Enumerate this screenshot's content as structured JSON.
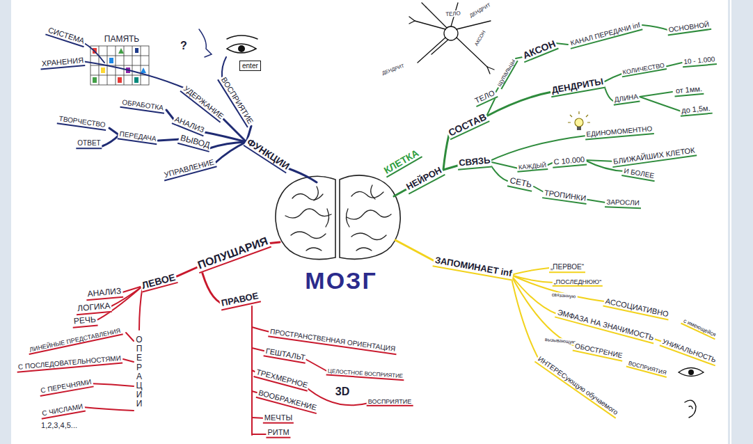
{
  "diagram": {
    "nodes": [
      {
        "text": [
          "enter"
        ]
      }
    ],
    "labels": [
      "ПАМЯТЬ",
      "СИСТЕМА",
      "ХРАНЕНИЯ",
      "?",
      "ВОСПРИЯТИЕ",
      "УДЕРЖАНИЕ",
      "ОБРАБОТКА",
      "АНАЛИЗ",
      "ТВОРЧЕСТВО",
      "ПЕРЕДАЧА",
      "ВЫВОД",
      "ОТВЕТ",
      "ФУНКЦИИ",
      "УПРАВЛЕНИЕ",
      "ТЕЛО",
      "ДЕНДРИТ",
      "АКСОН",
      "ДЕНДРИТ",
      "КАНАЛ ПЕРЕДАЧИ inf",
      "ОСНОВНОЙ",
      "АКСОН",
      "щупальцы",
      "ТЕЛО",
      "ДЕНДРИТЫ",
      "КОЛИЧЕСТВО",
      "10 - 1.000",
      "ДЛИНА",
      "от 1мм.",
      "до 1,5м.",
      "СОСТАВ",
      "КЛЕТКА",
      "НЕЙРОН",
      "СВЯЗЬ",
      "ЕДИНОМОМЕНТНО",
      "КАЖДЫЙ",
      "С 10.000",
      "БЛИЖАЙШИХ КЛЕТОК",
      "И БОЛЕЕ",
      "СЕТЬ",
      "ТРОПИНКИ",
      "ЗАРОСЛИ",
      "ПОЛУШАРИЯ",
      "ЛЕВОЕ",
      "ПРАВОЕ",
      "АНАЛИЗ",
      "ЛОГИКА",
      "РЕЧЬ",
      "ЛИНЕЙНЫЕ ПРЕДСТАВЛЕНИЯ",
      "С ПОСЛЕДОВАТЕЛЬНОСТЯМИ",
      "С ПЕРЕЧНЯМИ",
      "С ЧИСЛАМИ",
      "1,2,3,4,5...",
      "ОПЕРАЦИИ",
      "ПРОСТРАНСТВЕННАЯ ОРИЕНТАЦИЯ",
      "ГЕШТАЛЬТ",
      "ЦЕЛОСТНОЕ ВОСПРИЯТИЕ",
      "ТРЕХМЕРНОЕ",
      "3D",
      "ВОСПРИЯТИЕ",
      "ВООБРАЖЕНИЕ",
      "МЕЧТЫ",
      "РИТМ",
      "ЗАПОМИНАЕТ inf",
      "„ПЕРВОЕ“",
      "„ПОСЛЕДНЮЮ“",
      "связанную",
      "АССОЦИАТИВНО",
      "с имеющейся",
      "ЭМФАЗА НА ЗНАЧИМОСТЬ",
      "УНИКАЛЬНОСТЬ",
      "вызывающую",
      "ОБОСТРЕНИЕ",
      "ВОСПРИЯТИЯ",
      "ИНТЕРЕСующую обучаемого",
      "МОЗГ"
    ]
  }
}
